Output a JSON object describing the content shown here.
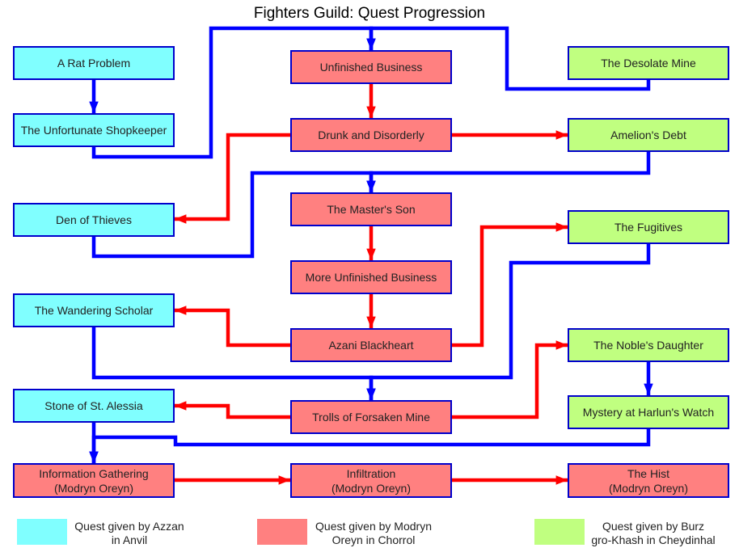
{
  "title": "Fighters Guild: Quest Progression",
  "colors": {
    "azzan": "#80ffff",
    "modryn": "#ff8080",
    "burz": "#c0ff80",
    "edge_azzan_burz": "#0000ff",
    "edge_modryn": "#ff0000",
    "node_border": "#0000cc"
  },
  "nodes": {
    "rat_problem": {
      "label": "A Rat Problem",
      "giver": "azzan"
    },
    "shopkeeper": {
      "label": "The Unfortunate Shopkeeper",
      "giver": "azzan"
    },
    "den_of_thieves": {
      "label": "Den of Thieves",
      "giver": "azzan"
    },
    "wandering_scholar": {
      "label": "The Wandering Scholar",
      "giver": "azzan"
    },
    "stone_alessia": {
      "label": "Stone of St. Alessia",
      "giver": "azzan"
    },
    "info_gathering": {
      "label": "Information Gathering\n(Modryn Oreyn)",
      "giver": "modryn"
    },
    "unfinished_business": {
      "label": "Unfinished Business",
      "giver": "modryn"
    },
    "drunk_disorderly": {
      "label": "Drunk and Disorderly",
      "giver": "modryn"
    },
    "masters_son": {
      "label": "The Master's Son",
      "giver": "modryn"
    },
    "more_unfinished": {
      "label": "More Unfinished Business",
      "giver": "modryn"
    },
    "azani": {
      "label": "Azani Blackheart",
      "giver": "modryn"
    },
    "trolls": {
      "label": "Trolls of Forsaken Mine",
      "giver": "modryn"
    },
    "infiltration": {
      "label": "Infiltration\n(Modryn Oreyn)",
      "giver": "modryn"
    },
    "desolate_mine": {
      "label": "The Desolate Mine",
      "giver": "burz"
    },
    "amelion": {
      "label": "Amelion's Debt",
      "giver": "burz"
    },
    "fugitives": {
      "label": "The Fugitives",
      "giver": "burz"
    },
    "nobles_daughter": {
      "label": "The Noble's Daughter",
      "giver": "burz"
    },
    "harlun": {
      "label": "Mystery at Harlun's Watch",
      "giver": "burz"
    },
    "hist": {
      "label": "The Hist\n(Modryn Oreyn)",
      "giver": "modryn"
    }
  },
  "edges": [
    {
      "from": "rat_problem",
      "to": "shopkeeper",
      "color": "blue"
    },
    {
      "from": "shopkeeper",
      "to": "unfinished_business",
      "color": "blue"
    },
    {
      "from": "desolate_mine",
      "to": "unfinished_business",
      "color": "blue"
    },
    {
      "from": "unfinished_business",
      "to": "drunk_disorderly",
      "color": "red"
    },
    {
      "from": "drunk_disorderly",
      "to": "den_of_thieves",
      "color": "red"
    },
    {
      "from": "drunk_disorderly",
      "to": "amelion",
      "color": "red"
    },
    {
      "from": "den_of_thieves",
      "to": "masters_son",
      "color": "blue"
    },
    {
      "from": "amelion",
      "to": "masters_son",
      "color": "blue"
    },
    {
      "from": "masters_son",
      "to": "more_unfinished",
      "color": "red"
    },
    {
      "from": "more_unfinished",
      "to": "azani",
      "color": "red"
    },
    {
      "from": "azani",
      "to": "wandering_scholar",
      "color": "red"
    },
    {
      "from": "azani",
      "to": "fugitives",
      "color": "red"
    },
    {
      "from": "wandering_scholar",
      "to": "trolls",
      "color": "blue"
    },
    {
      "from": "fugitives",
      "to": "trolls",
      "color": "blue"
    },
    {
      "from": "trolls",
      "to": "stone_alessia",
      "color": "red"
    },
    {
      "from": "trolls",
      "to": "nobles_daughter",
      "color": "red"
    },
    {
      "from": "nobles_daughter",
      "to": "harlun",
      "color": "blue"
    },
    {
      "from": "stone_alessia",
      "to": "info_gathering",
      "color": "blue"
    },
    {
      "from": "harlun",
      "to": "info_gathering",
      "color": "blue"
    },
    {
      "from": "info_gathering",
      "to": "infiltration",
      "color": "red"
    },
    {
      "from": "infiltration",
      "to": "hist",
      "color": "red"
    }
  ],
  "legend": [
    {
      "key": "azzan",
      "label": "Quest given by Azzan\nin Anvil"
    },
    {
      "key": "modryn",
      "label": "Quest given by Modryn\nOreyn in Chorrol"
    },
    {
      "key": "burz",
      "label": "Quest given by Burz\ngro-Khash in Cheydinhal"
    }
  ]
}
